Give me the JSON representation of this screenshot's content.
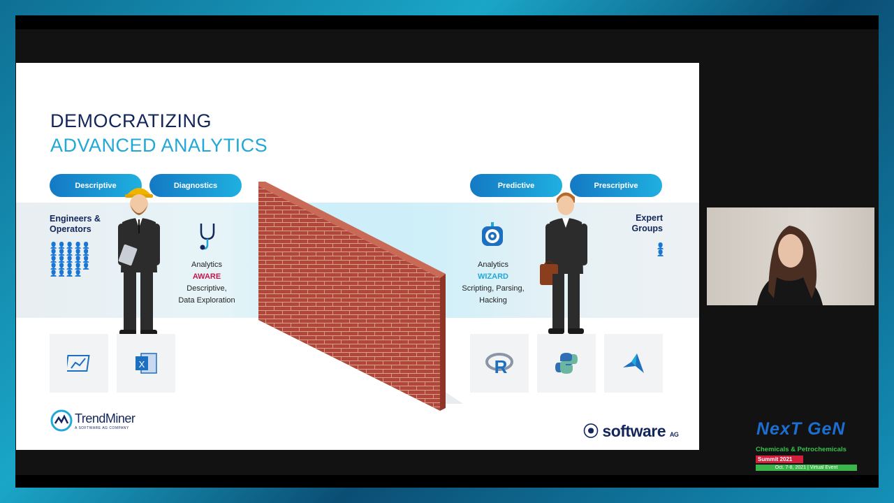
{
  "slide": {
    "title_line1": "DEMOCRATIZING",
    "title_line2": "ADVANCED ANALYTICS",
    "pills": {
      "descriptive": "Descriptive",
      "diagnostics": "Diagnostics",
      "predictive": "Predictive",
      "prescriptive": "Prescriptive"
    },
    "left_group": {
      "line1": "Engineers &",
      "line2": "Operators"
    },
    "right_group": {
      "line1": "Expert",
      "line2": "Groups"
    },
    "aware": {
      "label": "Analytics",
      "level": "AWARE",
      "desc1": "Descriptive,",
      "desc2": "Data Exploration"
    },
    "wizard": {
      "label": "Analytics",
      "level": "WIZARD",
      "desc1": "Scripting, Parsing,",
      "desc2": "Hacking"
    },
    "tiles_left": [
      "trend-chart-icon",
      "excel-icon"
    ],
    "tiles_right": [
      "r-language-icon",
      "python-icon",
      "matlab-icon"
    ],
    "logo_trendminer": {
      "name": "TrendMiner",
      "sub": "A SOFTWARE AG COMPANY"
    },
    "logo_softwareag": {
      "name": "software",
      "suffix": "AG"
    }
  },
  "event": {
    "name": "NexT GeN",
    "subtitle": "Chemicals & Petrochemicals",
    "summit": "Summit 2021",
    "date": "Oct. 7-8, 2021 | Virtual Event"
  },
  "colors": {
    "navy": "#13265b",
    "accent_cyan": "#22a8d6",
    "aware_red": "#c2184a",
    "brick": "#b0473a"
  }
}
